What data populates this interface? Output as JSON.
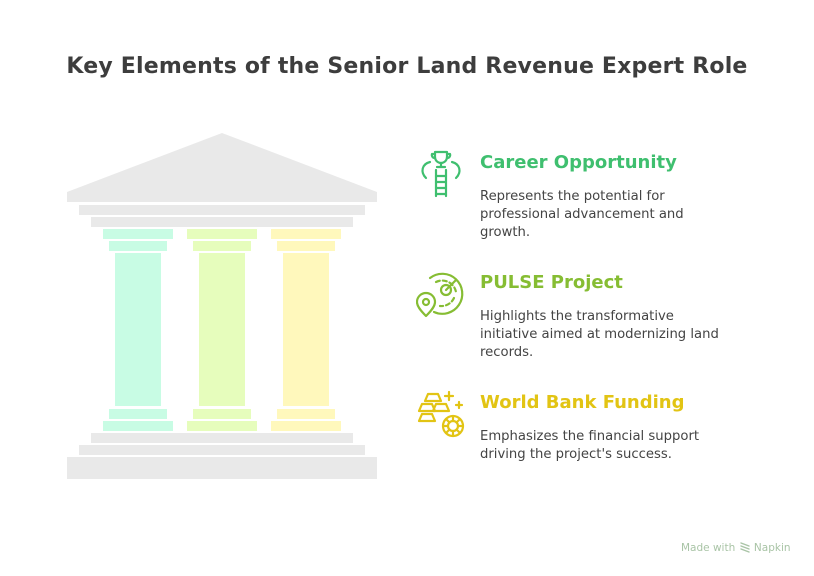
{
  "title": "Key Elements of the Senior Land Revenue Expert Role",
  "colors": {
    "temple_gray": "#e9e9e9",
    "pillar_1": "#c8fce4",
    "pillar_2": "#e6fdbc",
    "pillar_3": "#fff8bc",
    "career": "#3fbf6f",
    "pulse": "#86bd33",
    "funding": "#e2c414",
    "footer": "#a9c4a6"
  },
  "items": [
    {
      "heading": "Career Opportunity",
      "description": "Represents the potential for professional advancement and growth.",
      "icon": "trophy-ladder-icon"
    },
    {
      "heading": "PULSE Project",
      "description": "Highlights the transformative initiative aimed at modernizing land records.",
      "icon": "radar-location-pin-icon"
    },
    {
      "heading": "World Bank Funding",
      "description": "Emphasizes the financial support driving the project's success.",
      "icon": "gold-bars-coin-icon"
    }
  ],
  "footer": {
    "made_with": "Made with",
    "brand": "Napkin",
    "brand_icon": "napkin-logo-icon"
  }
}
